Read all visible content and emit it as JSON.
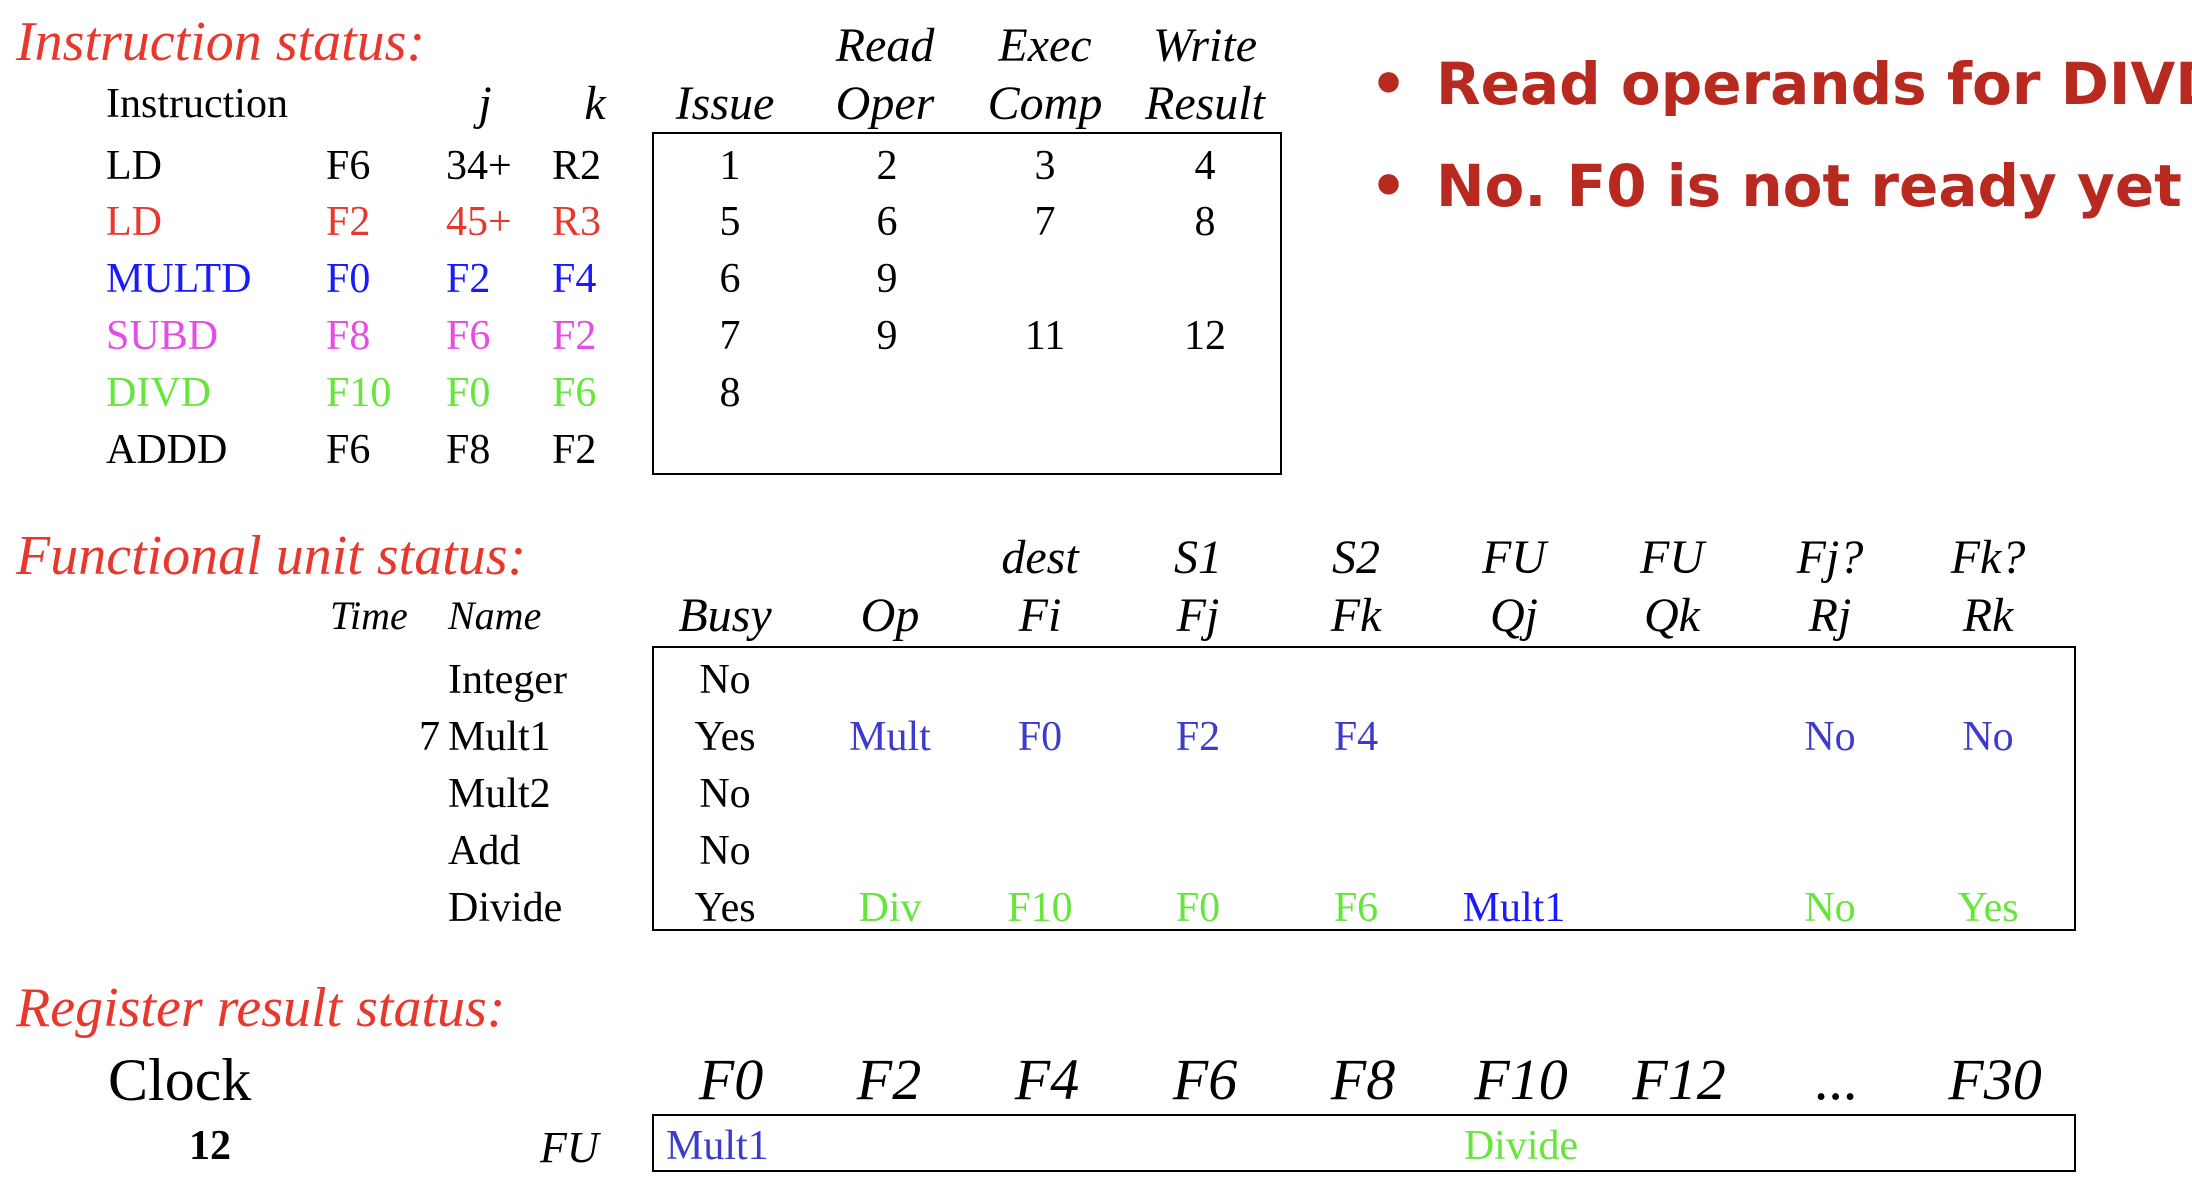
{
  "colors": {
    "title": "#e8382d",
    "bullet": "#b82a20",
    "black": "#000000",
    "red": "#e8382d",
    "blue": "#1a1aff",
    "purple_blue": "#3c3ccc",
    "magenta": "#e54de5",
    "green": "#66e63c"
  },
  "instruction_status": {
    "title": "Instruction status:",
    "headers": {
      "instruction": "Instruction",
      "j": "j",
      "k": "k",
      "issue": "Issue",
      "read_top": "Read",
      "read_bottom": "Oper",
      "exec_top": "Exec",
      "exec_bottom": "Comp",
      "write_top": "Write",
      "write_bottom": "Result"
    },
    "rows": [
      {
        "op": "LD",
        "dest": "F6",
        "j": "34+",
        "k": "R2",
        "issue": "1",
        "read": "2",
        "exec": "3",
        "write": "4",
        "color": "#000000"
      },
      {
        "op": "LD",
        "dest": "F2",
        "j": "45+",
        "k": "R3",
        "issue": "5",
        "read": "6",
        "exec": "7",
        "write": "8",
        "color": "#e8382d"
      },
      {
        "op": "MULTD",
        "dest": "F0",
        "j": "F2",
        "k": "F4",
        "issue": "6",
        "read": "9",
        "exec": "",
        "write": "",
        "color": "#1a1aff"
      },
      {
        "op": "SUBD",
        "dest": "F8",
        "j": "F6",
        "k": "F2",
        "issue": "7",
        "read": "9",
        "exec": "11",
        "write": "12",
        "color": "#e54de5"
      },
      {
        "op": "DIVD",
        "dest": "F10",
        "j": "F0",
        "k": "F6",
        "issue": "8",
        "read": "",
        "exec": "",
        "write": "",
        "color": "#66e63c"
      },
      {
        "op": "ADDD",
        "dest": "F6",
        "j": "F8",
        "k": "F2",
        "issue": "",
        "read": "",
        "exec": "",
        "write": "",
        "color": "#000000"
      }
    ]
  },
  "bullets": [
    "Read operands for DIVD?",
    "No. F0 is not ready yet"
  ],
  "functional_unit_status": {
    "title": "Functional unit status:",
    "headers_top": {
      "fi": "dest",
      "fj": "S1",
      "fk": "S2",
      "qj": "FU",
      "qk": "FU",
      "rj": "Fj?",
      "rk": "Fk?"
    },
    "headers": {
      "time": "Time",
      "name": "Name",
      "busy": "Busy",
      "op": "Op",
      "fi": "Fi",
      "fj": "Fj",
      "fk": "Fk",
      "qj": "Qj",
      "qk": "Qk",
      "rj": "Rj",
      "rk": "Rk"
    },
    "rows": [
      {
        "time": "",
        "name": "Integer",
        "busy": "No",
        "op": "",
        "fi": "",
        "fj": "",
        "fk": "",
        "qj": "",
        "qk": "",
        "rj": "",
        "rk": "",
        "color": "#000000",
        "qj_color": "#000000"
      },
      {
        "time": "7",
        "name": "Mult1",
        "busy": "Yes",
        "op": "Mult",
        "fi": "F0",
        "fj": "F2",
        "fk": "F4",
        "qj": "",
        "qk": "",
        "rj": "No",
        "rk": "No",
        "color": "#3c3ccc",
        "qj_color": "#3c3ccc"
      },
      {
        "time": "",
        "name": "Mult2",
        "busy": "No",
        "op": "",
        "fi": "",
        "fj": "",
        "fk": "",
        "qj": "",
        "qk": "",
        "rj": "",
        "rk": "",
        "color": "#000000",
        "qj_color": "#000000"
      },
      {
        "time": "",
        "name": "Add",
        "busy": "No",
        "op": "",
        "fi": "",
        "fj": "",
        "fk": "",
        "qj": "",
        "qk": "",
        "rj": "",
        "rk": "",
        "color": "#000000",
        "qj_color": "#000000"
      },
      {
        "time": "",
        "name": "Divide",
        "busy": "Yes",
        "op": "Div",
        "fi": "F10",
        "fj": "F0",
        "fk": "F6",
        "qj": "Mult1",
        "qk": "",
        "rj": "No",
        "rk": "Yes",
        "color": "#66e63c",
        "qj_color": "#1a1aff"
      }
    ]
  },
  "register_result_status": {
    "title": "Register result status:",
    "clock_label": "Clock",
    "clock_value": "12",
    "fu_label": "FU",
    "registers": [
      "F0",
      "F2",
      "F4",
      "F6",
      "F8",
      "F10",
      "F12",
      "...",
      "F30"
    ],
    "fu_values": [
      {
        "text": "Mult1",
        "color": "#3c3ccc"
      },
      {
        "text": "",
        "color": "#000000"
      },
      {
        "text": "",
        "color": "#000000"
      },
      {
        "text": "",
        "color": "#000000"
      },
      {
        "text": "",
        "color": "#000000"
      },
      {
        "text": "Divide",
        "color": "#66e63c"
      },
      {
        "text": "",
        "color": "#000000"
      },
      {
        "text": "",
        "color": "#000000"
      },
      {
        "text": "",
        "color": "#000000"
      }
    ]
  }
}
